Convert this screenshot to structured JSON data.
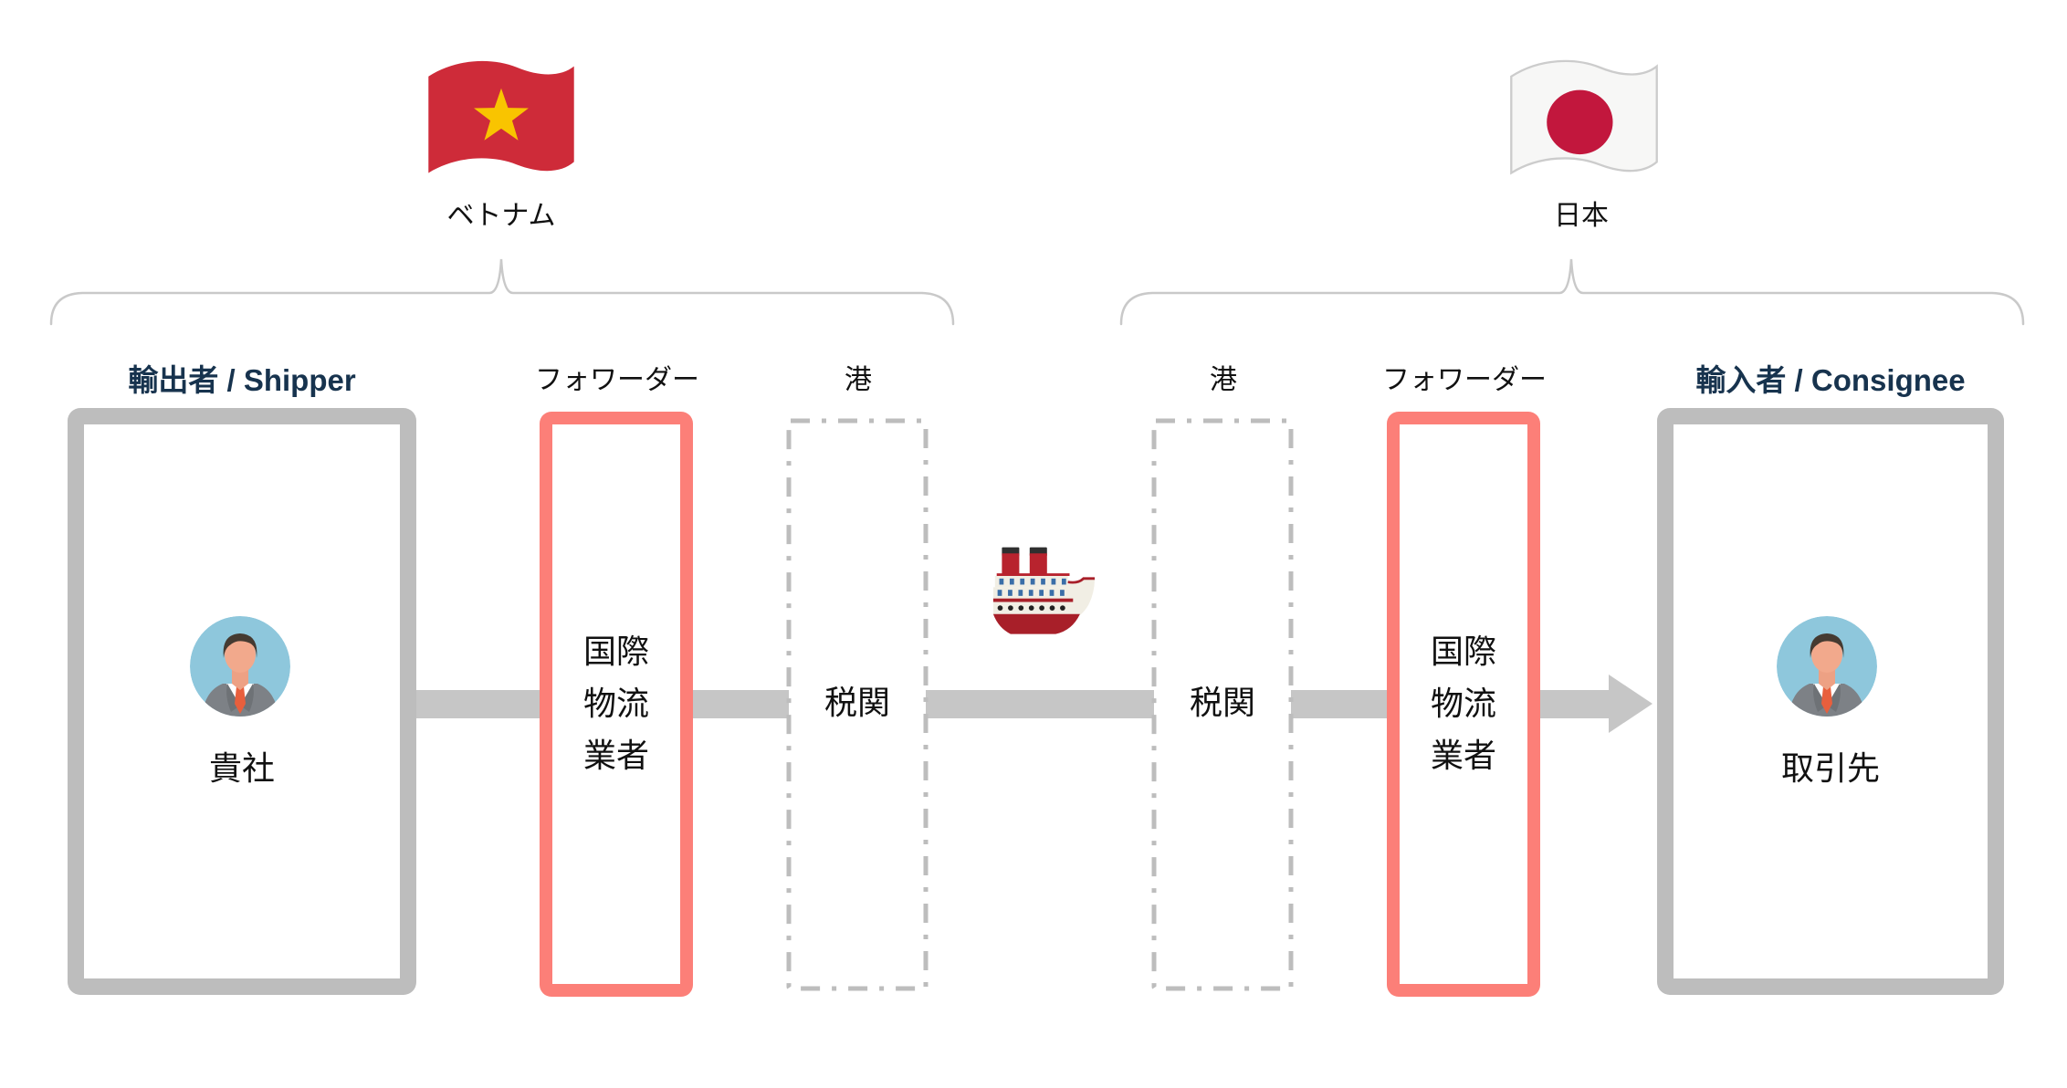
{
  "countries": {
    "origin": {
      "label": "ベトナム",
      "flag_icon": "vietnam-flag"
    },
    "destination": {
      "label": "日本",
      "flag_icon": "japan-flag"
    }
  },
  "flow": {
    "shipper": {
      "title": "輸出者 / Shipper",
      "member": "貴社",
      "person_icon": "businessman-avatar"
    },
    "forwarder_origin": {
      "title": "フォワーダー",
      "role_lines": [
        "国際",
        "物流",
        "業者"
      ]
    },
    "port_origin": {
      "title": "港",
      "role": "税関"
    },
    "vessel_icon": "ship",
    "port_destination": {
      "title": "港",
      "role": "税関"
    },
    "forwarder_destination": {
      "title": "フォワーダー",
      "role_lines": [
        "国際",
        "物流",
        "業者"
      ]
    },
    "consignee": {
      "title": "輸入者 / Consignee",
      "member": "取引先",
      "person_icon": "businessman-avatar"
    }
  },
  "colors": {
    "box_border_gray": "#bdbdbd",
    "forwarder_accent": "#fc7f78",
    "port_dashed_gray": "#bdbdbd",
    "arrow_gray": "#c6c6c6",
    "bracket_gray": "#c9c9c9",
    "title_navy": "#17334e",
    "text_black": "#111111",
    "avatar_bg_blue": "#8ec7dc",
    "flag_red_vietnam": "#ce2b39",
    "flag_star_yellow": "#f9c400",
    "flag_circle_red_japan": "#c2173d"
  }
}
